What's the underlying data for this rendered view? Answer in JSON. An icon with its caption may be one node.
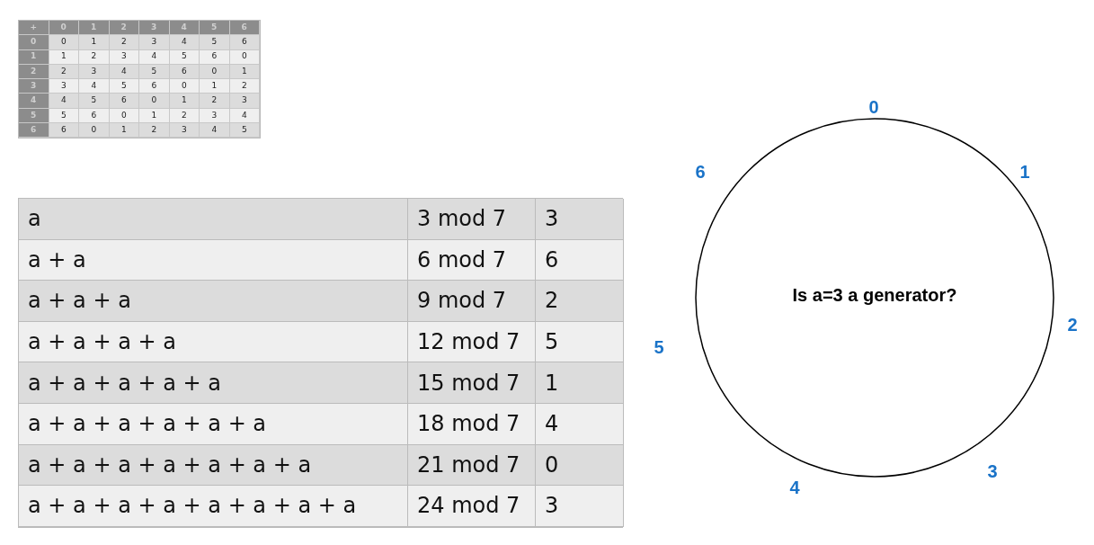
{
  "diagram": {
    "nodes": [
      {
        "text": [
          "Is a=3 a generator?"
        ]
      }
    ],
    "edges": [],
    "labels": [
      "+",
      "0",
      "1",
      "2",
      "3",
      "4",
      "5",
      "6",
      "0",
      "0",
      "1",
      "2",
      "3",
      "4",
      "5",
      "6",
      "1",
      "1",
      "2",
      "3",
      "4",
      "5",
      "6",
      "0",
      "2",
      "2",
      "3",
      "4",
      "5",
      "6",
      "0",
      "1",
      "3",
      "3",
      "4",
      "5",
      "6",
      "0",
      "1",
      "2",
      "4",
      "4",
      "5",
      "6",
      "0",
      "1",
      "2",
      "3",
      "5",
      "5",
      "6",
      "0",
      "1",
      "2",
      "3",
      "4",
      "6",
      "6",
      "0",
      "1",
      "2",
      "3",
      "4",
      "5",
      "a",
      "3 mod 7",
      "3",
      "a + a",
      "6 mod 7",
      "6",
      "a + a + a",
      "9 mod 7",
      "2",
      "a + a + a + a",
      "12 mod 7",
      "5",
      "a + a + a + a + a",
      "15 mod 7",
      "1",
      "a + a + a + a + a + a",
      "18 mod 7",
      "4",
      "a + a + a + a + a + a + a",
      "21 mod 7",
      "0",
      "a + a + a + a + a + a + a + a",
      "24 mod 7",
      "3",
      "0",
      "1",
      "2",
      "3",
      "4",
      "5",
      "6"
    ]
  }
}
